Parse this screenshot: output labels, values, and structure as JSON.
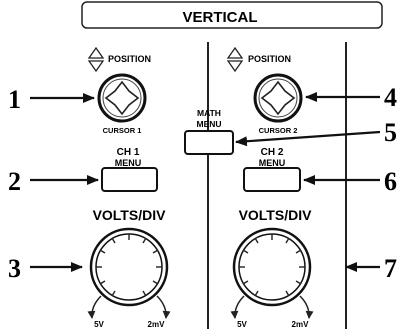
{
  "header": {
    "title": "VERTICAL"
  },
  "channel1": {
    "position_label": "POSITION",
    "cursor_label": "CURSOR 1",
    "menu_line1": "CH 1",
    "menu_line2": "MENU",
    "volts_label": "VOLTS/DIV",
    "range_min": "5V",
    "range_max": "2mV"
  },
  "math": {
    "menu_line1": "MATH",
    "menu_line2": "MENU"
  },
  "channel2": {
    "position_label": "POSITION",
    "cursor_label": "CURSOR 2",
    "menu_line1": "CH 2",
    "menu_line2": "MENU",
    "volts_label": "VOLTS/DIV",
    "range_min": "5V",
    "range_max": "2mV"
  },
  "callouts": {
    "n1": "1",
    "n2": "2",
    "n3": "3",
    "n4": "4",
    "n5": "5",
    "n6": "6",
    "n7": "7"
  },
  "icons": {
    "position": "up-down-triangles-icon",
    "knob": "rotary-knob-icon",
    "range_arrows": "curved-arrow-icon"
  }
}
